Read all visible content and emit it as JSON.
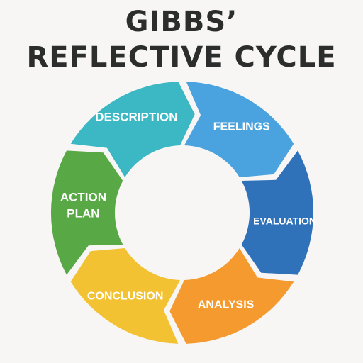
{
  "title": {
    "line1": "GIBBS’",
    "line2": "REFLECTIVE CYCLE"
  },
  "stages": [
    {
      "label": [
        "DESCRIPTION"
      ],
      "color": "#3bb8c4"
    },
    {
      "label": [
        "FEELINGS"
      ],
      "color": "#4aa3de"
    },
    {
      "label": [
        "EVALUATION"
      ],
      "color": "#2f72b9"
    },
    {
      "label": [
        "ANALYSIS"
      ],
      "color": "#f59a2e"
    },
    {
      "label": [
        "CONCLUSION"
      ],
      "color": "#f3c232"
    },
    {
      "label": [
        "ACTION",
        "PLAN"
      ],
      "color": "#58a845"
    }
  ]
}
